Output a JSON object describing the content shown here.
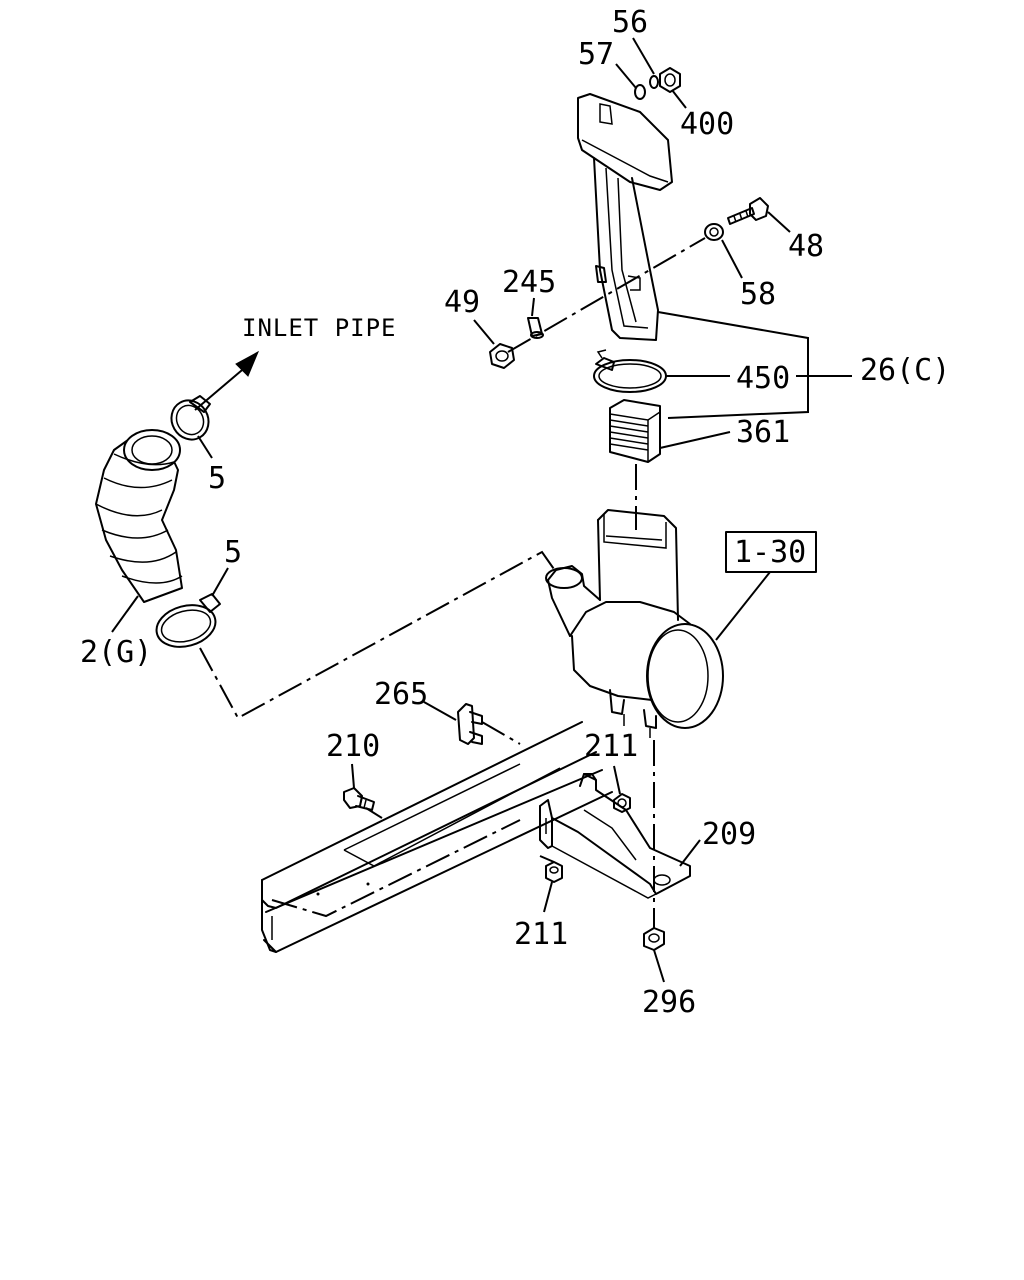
{
  "callouts": {
    "c56": "56",
    "c57": "57",
    "c400": "400",
    "c48": "48",
    "c58": "58",
    "c245": "245",
    "c49": "49",
    "c450": "450",
    "c26c": "26(C)",
    "c361": "361",
    "c5a": "5",
    "c5b": "5",
    "c2g": "2(G)",
    "c130": "1-30",
    "c265": "265",
    "c210": "210",
    "c211a": "211",
    "c209": "209",
    "c211b": "211",
    "c296": "296"
  },
  "annotations": {
    "inlet_pipe": "INLET PIPE"
  }
}
